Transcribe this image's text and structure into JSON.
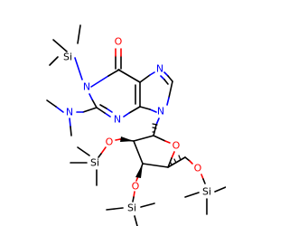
{
  "molecule": {
    "atoms": {
      "si_n1": "Si",
      "n1": "N",
      "o6": "O",
      "n7": "N",
      "n9": "N",
      "n3": "N",
      "nme2": "N",
      "o_ring": "O",
      "o2": "O",
      "si2": "Si",
      "o3": "O",
      "si3": "Si",
      "o5": "O",
      "si5": "Si"
    },
    "colors": {
      "carbon": "#000000",
      "nitrogen": "#0000ff",
      "oxygen": "#ff0000",
      "silicon": "#000000"
    }
  }
}
